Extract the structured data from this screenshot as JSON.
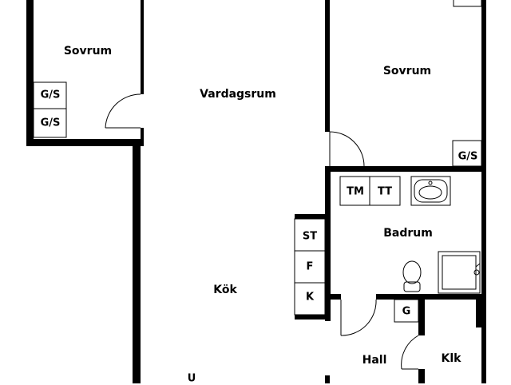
{
  "colors": {
    "wall": "#000000",
    "background": "#ffffff",
    "line": "#000000"
  },
  "rooms": {
    "sovrum_left": "Sovrum",
    "vardagsrum": "Vardagsrum",
    "sovrum_right": "Sovrum",
    "badrum": "Badrum",
    "kok": "Kök",
    "hall": "Hall",
    "klk": "Klk"
  },
  "fixtures": {
    "gs_top": "G/S",
    "gs_bottom": "G/S",
    "gs_right": "G/S",
    "tm": "TM",
    "tt": "TT",
    "st": "ST",
    "f": "F",
    "k": "K",
    "g": "G",
    "u": "U"
  },
  "icons": [
    "washbasin-icon",
    "toilet-icon",
    "shower-icon",
    "door-swing-icon"
  ]
}
